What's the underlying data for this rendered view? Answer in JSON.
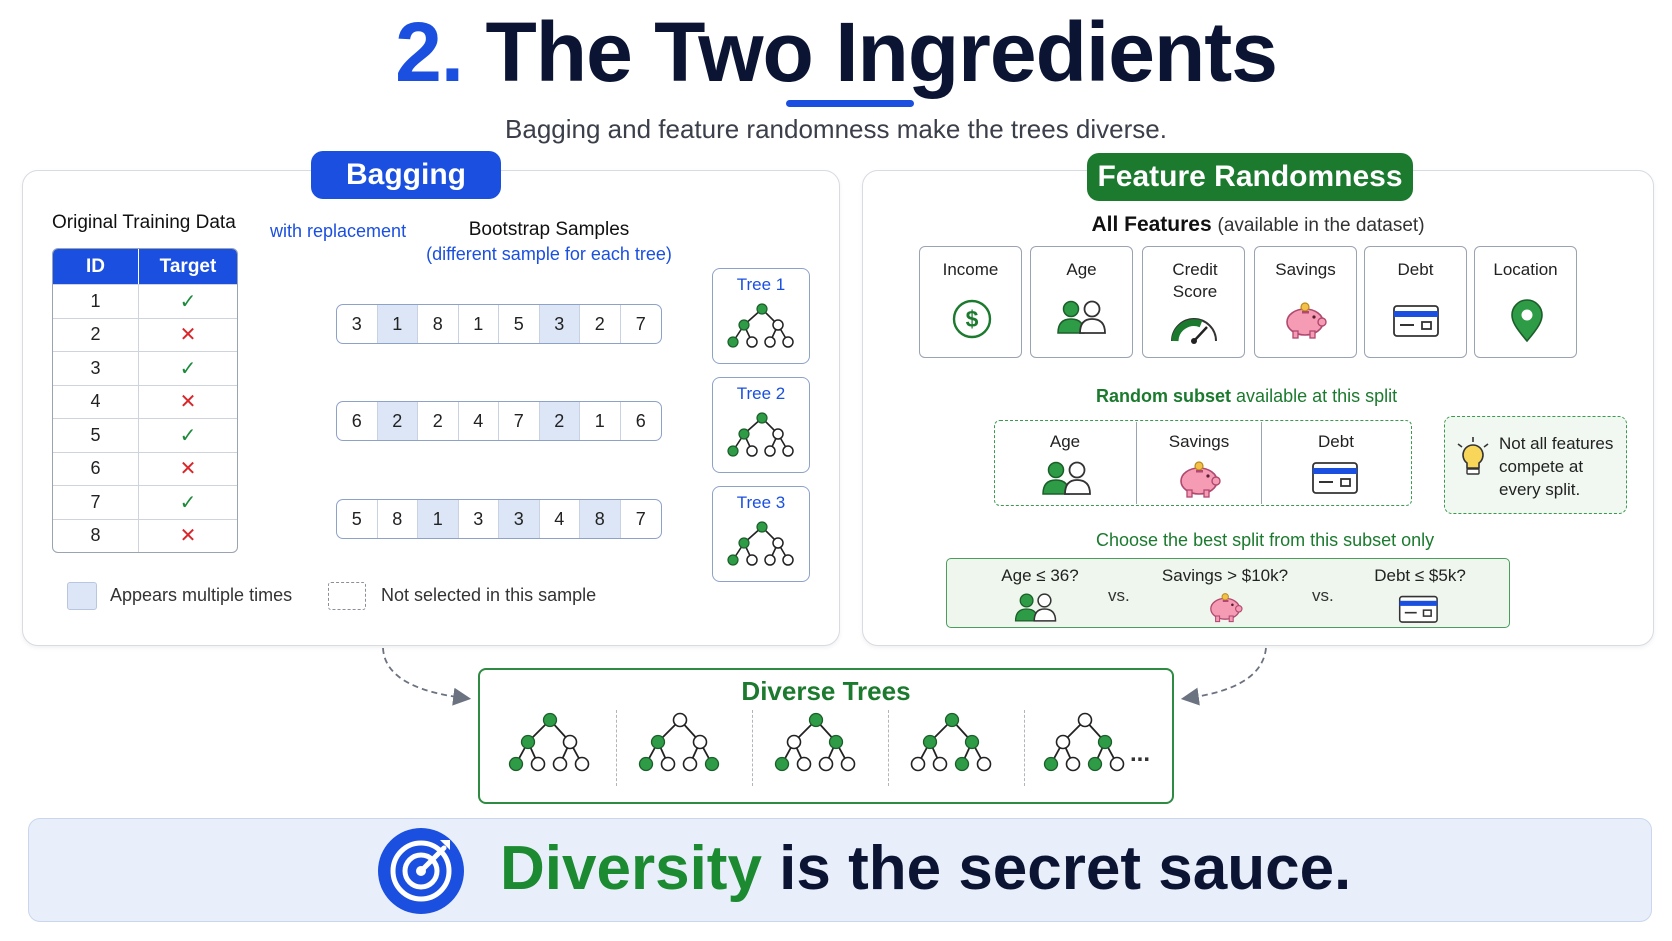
{
  "header": {
    "title_num": "2.",
    "title_text": "The Two Ingredients",
    "subtitle": "Bagging and feature randomness make the trees diverse."
  },
  "bagging": {
    "pill": "Bagging",
    "original_label": "Original Training Data",
    "table_headers": [
      "ID",
      "Target"
    ],
    "rows": [
      {
        "id": "1",
        "target": "✓"
      },
      {
        "id": "2",
        "target": "✕"
      },
      {
        "id": "3",
        "target": "✓"
      },
      {
        "id": "4",
        "target": "✕"
      },
      {
        "id": "5",
        "target": "✓"
      },
      {
        "id": "6",
        "target": "✕"
      },
      {
        "id": "7",
        "target": "✓"
      },
      {
        "id": "8",
        "target": "✕"
      }
    ],
    "with_replacement": "with replacement",
    "bootstrap_title": "Bootstrap Samples",
    "bootstrap_sub": "(different sample for each tree)",
    "samples": [
      [
        "3",
        "1",
        "8",
        "1",
        "5",
        "3",
        "2",
        "7"
      ],
      [
        "6",
        "2",
        "2",
        "4",
        "7",
        "2",
        "1",
        "6"
      ],
      [
        "5",
        "8",
        "1",
        "3",
        "3",
        "4",
        "8",
        "7"
      ]
    ],
    "tree_labels": [
      "Tree 1",
      "Tree 2",
      "Tree 3"
    ],
    "legend_multi": "Appears multiple times",
    "legend_notsel": "Not selected in this sample"
  },
  "features": {
    "pill": "Feature Randomness",
    "all_bold": "All Features",
    "all_rest": "(available in the dataset)",
    "cards": [
      {
        "label": "Income",
        "icon": "dollar-icon"
      },
      {
        "label": "Age",
        "icon": "people-icon"
      },
      {
        "label": "Credit Score",
        "icon": "gauge-icon"
      },
      {
        "label": "Savings",
        "icon": "piggy-bank-icon"
      },
      {
        "label": "Debt",
        "icon": "card-icon"
      },
      {
        "label": "Location",
        "icon": "pin-icon"
      }
    ],
    "random_bold": "Random subset",
    "random_rest": "available at this split",
    "subset": [
      "Age",
      "Savings",
      "Debt"
    ],
    "note": "Not all features compete at every split.",
    "choose": "Choose the best split from this subset only",
    "splits": [
      "Age ≤ 36?",
      "Savings > $10k?",
      "Debt ≤ $5k?"
    ],
    "vs": "vs."
  },
  "diverse": {
    "title": "Diverse Trees",
    "ellipsis": "..."
  },
  "banner": {
    "green": "Diversity",
    "rest": " is the secret sauce."
  },
  "colors": {
    "blue": "#1a4fe0",
    "green": "#1b7a2e",
    "red": "#d8262b",
    "navy": "#0b1533",
    "highlight": "#dce6f7"
  }
}
